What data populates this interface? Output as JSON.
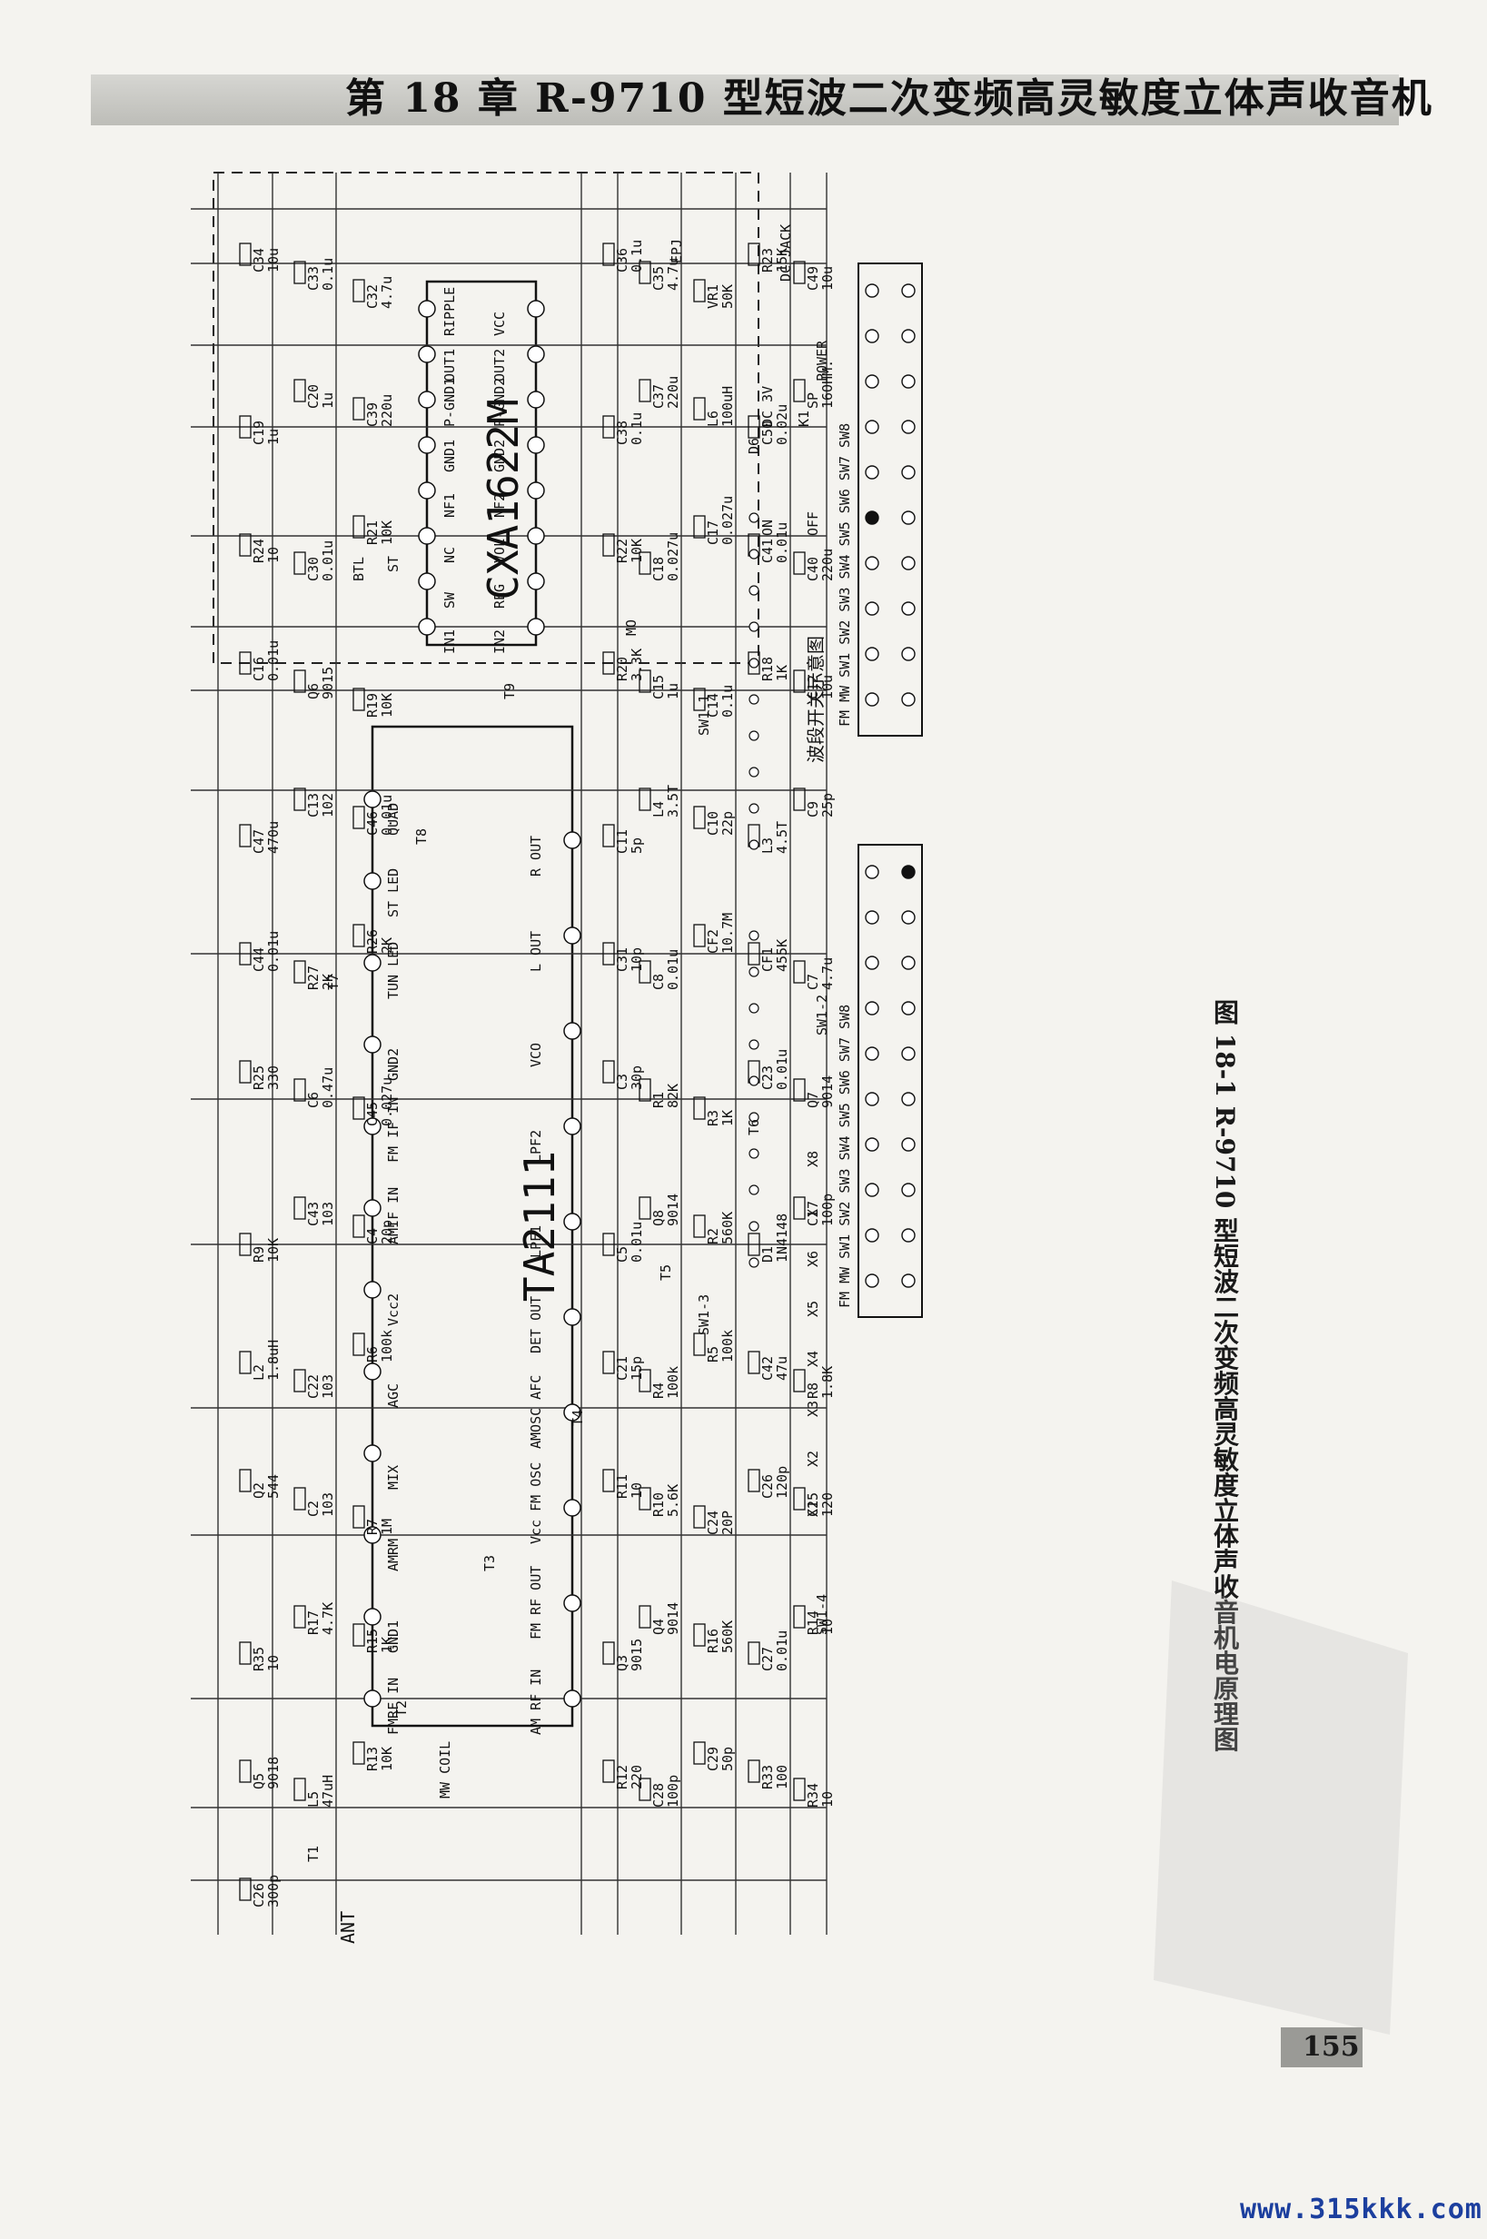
{
  "header": {
    "chapter_title": "第 18 章  R-9710 型短波二次变频高灵敏度立体声收音机"
  },
  "figure": {
    "caption": "图 18-1   R-9710 型短波二次变频高灵敏度立体声收音机电原理图"
  },
  "ics": {
    "main": "TA2111",
    "audio": "CXA1622M"
  },
  "ta2111_pins_top": [
    "FMRF IN",
    "GND1",
    "AMRM",
    "MIX",
    "AGC",
    "Vcc2",
    "AMIF IN",
    "FM IF IN",
    "GND2",
    "TUN LED",
    "ST LED",
    "QUAD"
  ],
  "ta2111_pins_bottom": [
    "AM RF IN",
    "FM RF OUT",
    "Vcc FM OSC",
    "AMOSC AFC",
    "DET OUT",
    "LPF1",
    "LPF2",
    "VCO",
    "L OUT",
    "R OUT"
  ],
  "cxa_pins_top": [
    "IN1",
    "SW",
    "NC",
    "NF1",
    "GND1",
    "P-GND1",
    "OUT1",
    "RIPPLE"
  ],
  "cxa_pins_bottom": [
    "IN2",
    "REG",
    "VOL",
    "NF2",
    "GND2",
    "P-GND2",
    "OUT2",
    "VCC"
  ],
  "components": [
    {
      "ref": "C34",
      "value": "10u"
    },
    {
      "ref": "C33",
      "value": "0.1u"
    },
    {
      "ref": "C32",
      "value": "4.7u"
    },
    {
      "ref": "C36",
      "value": "0.1u"
    },
    {
      "ref": "C35",
      "value": "4.7u"
    },
    {
      "ref": "VR1",
      "value": "50K"
    },
    {
      "ref": "R23",
      "value": "15K"
    },
    {
      "ref": "C49",
      "value": "10u"
    },
    {
      "ref": "C19",
      "value": "1u"
    },
    {
      "ref": "C20",
      "value": "1u"
    },
    {
      "ref": "C39",
      "value": "220u"
    },
    {
      "ref": "C38",
      "value": "0.1u"
    },
    {
      "ref": "C37",
      "value": "220u"
    },
    {
      "ref": "L6",
      "value": "100uH"
    },
    {
      "ref": "C50",
      "value": "0.02u"
    },
    {
      "ref": "SP",
      "value": "16OHM."
    },
    {
      "ref": "R24",
      "value": "10"
    },
    {
      "ref": "C30",
      "value": "0.01u"
    },
    {
      "ref": "R21",
      "value": "10K"
    },
    {
      "ref": "R22",
      "value": "10K"
    },
    {
      "ref": "C18",
      "value": "0.027u"
    },
    {
      "ref": "C17",
      "value": "0.027u"
    },
    {
      "ref": "C41",
      "value": "0.01u"
    },
    {
      "ref": "C40",
      "value": "220u"
    },
    {
      "ref": "C16",
      "value": "0.01u"
    },
    {
      "ref": "Q6",
      "value": "9015"
    },
    {
      "ref": "R19",
      "value": "10K"
    },
    {
      "ref": "R20",
      "value": "3.3K"
    },
    {
      "ref": "C15",
      "value": "1u"
    },
    {
      "ref": "C14",
      "value": "0.1u"
    },
    {
      "ref": "R18",
      "value": "1K"
    },
    {
      "ref": "C12",
      "value": "10u"
    },
    {
      "ref": "C47",
      "value": "470u"
    },
    {
      "ref": "C13",
      "value": "102"
    },
    {
      "ref": "C46",
      "value": "0.01u"
    },
    {
      "ref": "C11",
      "value": "5p"
    },
    {
      "ref": "L4",
      "value": "3.5T"
    },
    {
      "ref": "C10",
      "value": "22p"
    },
    {
      "ref": "L3",
      "value": "4.5T"
    },
    {
      "ref": "C9",
      "value": "25p"
    },
    {
      "ref": "C44",
      "value": "0.01u"
    },
    {
      "ref": "R27",
      "value": "2K"
    },
    {
      "ref": "R26",
      "value": "2K"
    },
    {
      "ref": "C31",
      "value": "10p"
    },
    {
      "ref": "C8",
      "value": "0.01u"
    },
    {
      "ref": "CF2",
      "value": "10.7M"
    },
    {
      "ref": "CF1",
      "value": "455K"
    },
    {
      "ref": "C7",
      "value": "4.7u"
    },
    {
      "ref": "R25",
      "value": "330"
    },
    {
      "ref": "C6",
      "value": "0.47u"
    },
    {
      "ref": "C45",
      "value": "0.027u"
    },
    {
      "ref": "C3",
      "value": "30p"
    },
    {
      "ref": "R1",
      "value": "82K"
    },
    {
      "ref": "R3",
      "value": "1K"
    },
    {
      "ref": "C23",
      "value": "0.01u"
    },
    {
      "ref": "Q7",
      "value": "9014"
    },
    {
      "ref": "R9",
      "value": "10K"
    },
    {
      "ref": "C43",
      "value": "103"
    },
    {
      "ref": "C4",
      "value": "20p"
    },
    {
      "ref": "C5",
      "value": "0.01u"
    },
    {
      "ref": "Q8",
      "value": "9014"
    },
    {
      "ref": "R2",
      "value": "560K"
    },
    {
      "ref": "D1",
      "value": "1N4148"
    },
    {
      "ref": "C1",
      "value": "100p"
    },
    {
      "ref": "L2",
      "value": "1.8uH"
    },
    {
      "ref": "C22",
      "value": "103"
    },
    {
      "ref": "R6",
      "value": "100k"
    },
    {
      "ref": "C21",
      "value": "15p"
    },
    {
      "ref": "R4",
      "value": "100k"
    },
    {
      "ref": "R5",
      "value": "100k"
    },
    {
      "ref": "C42",
      "value": "47u"
    },
    {
      "ref": "R8",
      "value": "1.8K"
    },
    {
      "ref": "Q2",
      "value": "544"
    },
    {
      "ref": "C2",
      "value": "103"
    },
    {
      "ref": "R7",
      "value": "1M"
    },
    {
      "ref": "R11",
      "value": "10"
    },
    {
      "ref": "R10",
      "value": "5.6K"
    },
    {
      "ref": "C24",
      "value": "20P"
    },
    {
      "ref": "C26",
      "value": "120p"
    },
    {
      "ref": "C25",
      "value": "120"
    },
    {
      "ref": "R35",
      "value": "10"
    },
    {
      "ref": "R17",
      "value": "4.7K"
    },
    {
      "ref": "R15",
      "value": "1K"
    },
    {
      "ref": "Q3",
      "value": "9015"
    },
    {
      "ref": "Q4",
      "value": "9014"
    },
    {
      "ref": "R16",
      "value": "560K"
    },
    {
      "ref": "C27",
      "value": "0.01u"
    },
    {
      "ref": "R14",
      "value": "10"
    },
    {
      "ref": "Q5",
      "value": "9018"
    },
    {
      "ref": "L5",
      "value": "47uH"
    },
    {
      "ref": "R13",
      "value": "10K"
    },
    {
      "ref": "R12",
      "value": "220"
    },
    {
      "ref": "C28",
      "value": "100p"
    },
    {
      "ref": "C29",
      "value": "50p"
    },
    {
      "ref": "R33",
      "value": "100"
    },
    {
      "ref": "R34",
      "value": "10"
    },
    {
      "ref": "C26",
      "value": "300p"
    }
  ],
  "labels": {
    "ant": "ANT",
    "mw_coil": "MW COIL",
    "btl": "BTL",
    "st": "ST",
    "mo": "MO",
    "epj": "EPJ",
    "dc_jack": "DC JACK",
    "power": "POWER",
    "k1": "K1",
    "dc3v": "DC 3V",
    "on": "ON",
    "off": "OFF",
    "d6": "D6",
    "switch_title": "波段开关示意图",
    "switch_row": "FM MW SW1 SW2 SW3 SW4 SW5 SW6 SW7 SW8",
    "sw_groups": [
      "SW1-1",
      "SW1-2",
      "SW1-3",
      "SW1-4"
    ],
    "crystals": [
      "X1",
      "X2",
      "X3",
      "X4",
      "X5",
      "X6",
      "X7",
      "X8"
    ],
    "transformers": [
      "T1",
      "T2",
      "T3",
      "T4",
      "T5",
      "T6",
      "T7",
      "T8",
      "T9"
    ]
  },
  "page_number": "155",
  "watermark": "www.315kkk.com"
}
